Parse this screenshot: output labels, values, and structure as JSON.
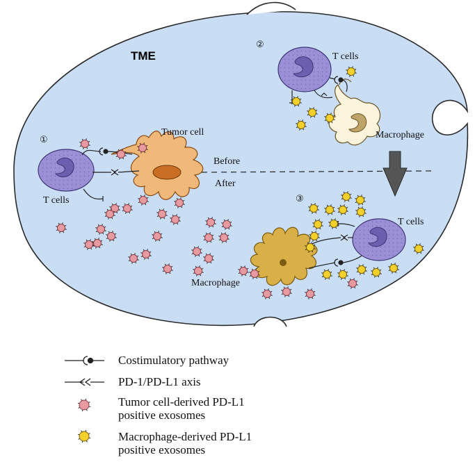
{
  "diagram": {
    "environment_label": "TME",
    "step_labels": [
      "①",
      "②",
      "③"
    ],
    "cells": {
      "t_cells_1": "T cells",
      "t_cells_2": "T cells",
      "t_cells_3": "T cells",
      "tumor_cell": "Tumor cell",
      "macrophage_2": "Macrophage",
      "macrophage_3": "Macrophage"
    },
    "timeline": {
      "before_label": "Before",
      "after_label": "After"
    },
    "legend": {
      "costimulatory": "Costimulatory  pathway",
      "pd1_axis": "PD-1/PD-L1  axis",
      "tumor_exosomes_line1": "Tumor  cell-derived  PD-L1",
      "tumor_exosomes_line2": "positive  exosomes",
      "macrophage_exosomes_line1": "Macrophage-derived  PD-L1",
      "macrophage_exosomes_line2": "positive  exosomes"
    },
    "colors": {
      "tme_fill": "#c9ddf4",
      "t_cell": "#9b8fd6",
      "t_cell_nucleus": "#6d5fb0",
      "tumor_cell": "#f0b97a",
      "tumor_nucleus": "#c86f24",
      "macrophage_active": "#d9b048",
      "macrophage_resting": "#fbf3dc",
      "tumor_exosome": "#e89aa1",
      "macrophage_exosome": "#f4d02c",
      "arrow": "#555555"
    }
  }
}
